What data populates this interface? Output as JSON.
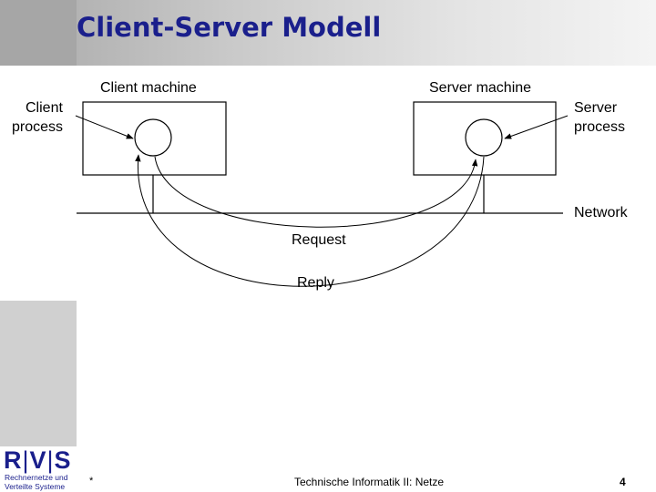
{
  "slide": {
    "title": "Client-Server Modell"
  },
  "diagram": {
    "client_machine_label": "Client machine",
    "server_machine_label": "Server machine",
    "client_process_label_line1": "Client",
    "client_process_label_line2": "process",
    "server_process_label_line1": "Server",
    "server_process_label_line2": "process",
    "network_label": "Network",
    "request_label": "Request",
    "reply_label": "Reply"
  },
  "logo": {
    "letters_r": "R",
    "letters_v": "V",
    "letters_s": "S",
    "separator": "|",
    "line1": "Rechnernetze und",
    "line2": "Verteilte Systeme"
  },
  "footer": {
    "marker": "*",
    "course": "Technische Informatik II: Netze",
    "page_number": "4"
  },
  "colors": {
    "title": "#1a1f8c",
    "logo": "#1a1f8c"
  }
}
